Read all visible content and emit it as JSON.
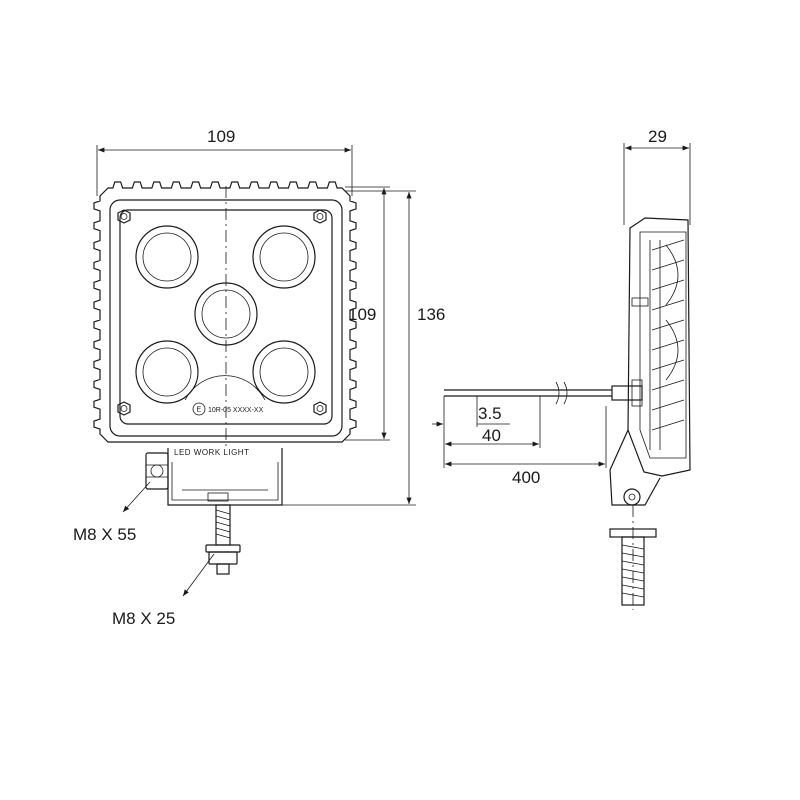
{
  "dimensions": {
    "front_width": "109",
    "front_height": "109",
    "overall_height": "136",
    "side_depth": "29",
    "cable_stub": "3.5",
    "cable_strip": "40",
    "cable_length": "400"
  },
  "bolts": {
    "bolt_long": "M8 X 55",
    "bolt_short": "M8 X 25"
  },
  "lamp_markings": {
    "housing_label": "LED  WORK  LIGHT",
    "approval_code": "10R-05 XXXX-XX",
    "approval_mark": "E"
  }
}
